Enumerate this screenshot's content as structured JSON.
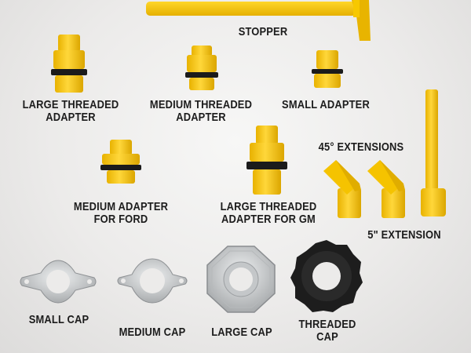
{
  "colors": {
    "yellow": "#f6c400",
    "yellow_dark": "#d9a600",
    "black_ring": "#1b1b1b",
    "metal": "#cfd1d3",
    "label_text": "#1c1c1c"
  },
  "labels": {
    "stopper": "STOPPER",
    "large_threaded_adapter": "LARGE THREADED\nADAPTER",
    "medium_threaded_adapter": "MEDIUM THREADED\nADAPTER",
    "small_adapter": "SMALL ADAPTER",
    "extensions_45": "45° EXTENSIONS",
    "medium_adapter_ford": "MEDIUM ADAPTER\nFOR FORD",
    "large_threaded_adapter_gm": "LARGE THREADED\nADAPTER FOR GM",
    "extension_5": "5\" EXTENSION",
    "small_cap": "SMALL CAP",
    "medium_cap": "MEDIUM CAP",
    "large_cap": "LARGE CAP",
    "threaded_cap": "THREADED\nCAP"
  },
  "icons": {
    "stopper": "stopper-icon",
    "adapter": "adapter-icon",
    "extension": "extension-icon",
    "cap": "cap-icon"
  }
}
